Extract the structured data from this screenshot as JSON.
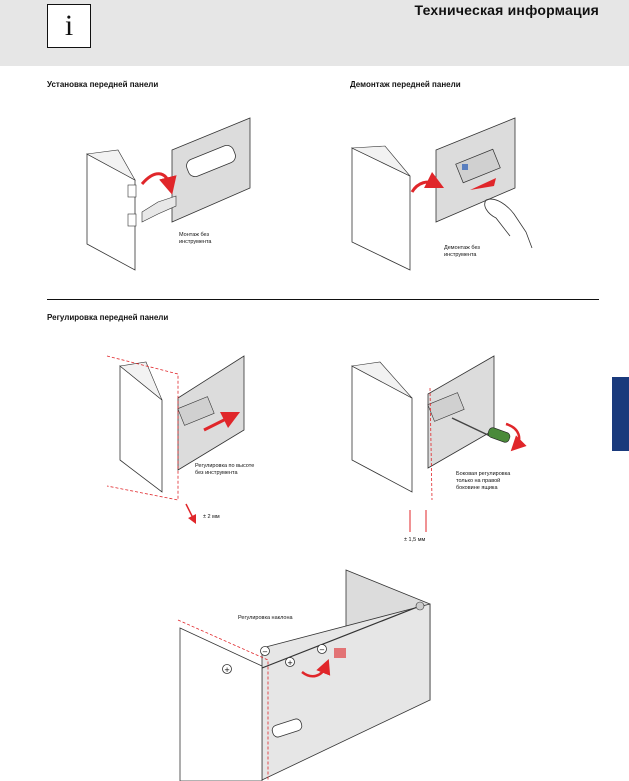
{
  "header": {
    "info_glyph": "i",
    "title": "Техническая информация"
  },
  "sections": {
    "install_front_panel": "Установка передней панели",
    "remove_front_panel": "Демонтаж передней панели",
    "adjust_front_panel": "Регулировка передней панели"
  },
  "captions": {
    "install_no_tool": "Монтаж без\nинструмента",
    "remove_no_tool": "Демонтаж без\nинструмента",
    "height_adjust": "Регулировка по высоте\nбез инструмента",
    "height_tolerance": "± 2 мм",
    "side_adjust": "Боковая регулировка\nтолько на правой\nбоковине ящика",
    "side_tolerance": "± 1,5 мм",
    "tilt_adjust": "Регулировка наклона"
  },
  "symbols": {
    "minus": "−",
    "plus": "+"
  },
  "colors": {
    "header_bg": "#e6e6e6",
    "accent_red": "#e0262a",
    "side_tab": "#1a3a7c",
    "panel_gray": "#dcdcdc"
  }
}
